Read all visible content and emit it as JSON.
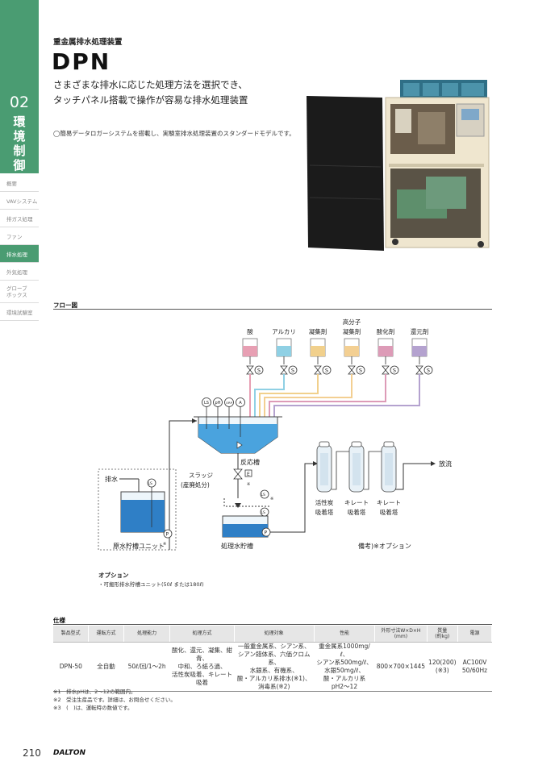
{
  "sidebar": {
    "number": "02",
    "category": [
      "環",
      "境",
      "制",
      "御"
    ],
    "items": [
      {
        "label": "概要",
        "active": false
      },
      {
        "label": "VAVシステム",
        "active": false
      },
      {
        "label": "排ガス処理",
        "active": false
      },
      {
        "label": "ファン",
        "active": false
      },
      {
        "label": "排水処理",
        "active": true
      },
      {
        "label": "外気処理",
        "active": false
      },
      {
        "label_lines": [
          "グローブ",
          "ボックス"
        ],
        "active": false
      },
      {
        "label": "環境試験室",
        "active": false
      }
    ]
  },
  "header": {
    "subtitle": "重金属排水処理装置",
    "model": "DPN",
    "lead_line1": "さまざまな排水に応じた処理方法を選択でき、",
    "lead_line2": "タッチパネル搭載で操作が容易な排水処理装置",
    "note": "◯簡易データロガーシステムを搭載し、実験室排水処理装置のスタンダードモデルです。"
  },
  "flow": {
    "section_title": "フロー図",
    "chemicals": [
      {
        "line1": "",
        "line2": "酸",
        "color": "#e79fb3"
      },
      {
        "line1": "",
        "line2": "アルカリ",
        "color": "#8fd0e4"
      },
      {
        "line1": "",
        "line2": "凝集剤",
        "color": "#f1d08c"
      },
      {
        "line1": "高分子",
        "line2": "凝集剤",
        "color": "#f3cf92"
      },
      {
        "line1": "",
        "line2": "酸化剤",
        "color": "#dd9bb7"
      },
      {
        "line1": "",
        "line2": "還元剤",
        "color": "#b4a2cf"
      }
    ],
    "sensors": [
      "LS",
      "pH",
      "ORP",
      "A"
    ],
    "labels": {
      "reaction_tank": "反応槽",
      "sludge_line1": "スラッジ",
      "sludge_line2": "(産廃処分)",
      "inflow": "排水",
      "raw_tank": "原水貯槽ユニット",
      "treated_tank": "処理水貯槽",
      "discharge": "放流",
      "tower1_l1": "活性炭",
      "tower1_l2": "吸着塔",
      "tower2_l1": "キレート",
      "tower2_l2": "吸着塔",
      "tower3_l1": "キレート",
      "tower3_l2": "吸着塔",
      "remark": "備考)※オプション",
      "s": "S",
      "p": "P",
      "e": "E",
      "ls": "LS",
      "star": "※"
    }
  },
  "option": {
    "title": "オプション",
    "text": "・可搬形排水貯槽ユニット(50ℓ または180ℓ)"
  },
  "spec": {
    "title": "仕様",
    "headers": [
      {
        "l1": "製品型式",
        "l2": ""
      },
      {
        "l1": "運転方式",
        "l2": ""
      },
      {
        "l1": "処理能力",
        "l2": ""
      },
      {
        "l1": "処理方式",
        "l2": ""
      },
      {
        "l1": "処理対象",
        "l2": ""
      },
      {
        "l1": "性能",
        "l2": ""
      },
      {
        "l1": "外形寸法W×D×H",
        "l2": "(mm)"
      },
      {
        "l1": "質量",
        "l2": "(約kg)"
      },
      {
        "l1": "電源",
        "l2": ""
      }
    ],
    "row": {
      "model": "DPN-50",
      "operation": "全自動",
      "capacity": "50ℓ/回/1〜2h",
      "method": [
        "酸化、還元、凝集、紺青、",
        "中和、ろ紙ろ過、",
        "活性炭吸着、キレート吸着"
      ],
      "target": [
        "一般重金属系、シアン系、",
        "シアン錯体系、六価クロム系、",
        "水銀系、有機系、",
        "酸・アルカリ系排水(※1)、",
        "消毒系(※2)"
      ],
      "performance": [
        "重金属系1000mg/ℓ、",
        "シアン系500mg/ℓ、",
        "水銀50mg/ℓ、",
        "酸・アルカリ系pH2〜12"
      ],
      "dimensions": "800×700×1445",
      "mass": [
        "120(200)",
        "(※3)"
      ],
      "power": [
        "AC100V",
        "50/60Hz"
      ]
    },
    "footnotes": [
      "※1　排水pHは、2〜12の範囲内。",
      "※2　受注生産品です。詳細は、お問合せください。",
      "※3　(　)は、運転時の数値です。"
    ]
  },
  "footer": {
    "page": "210",
    "brand": "DALTON"
  }
}
